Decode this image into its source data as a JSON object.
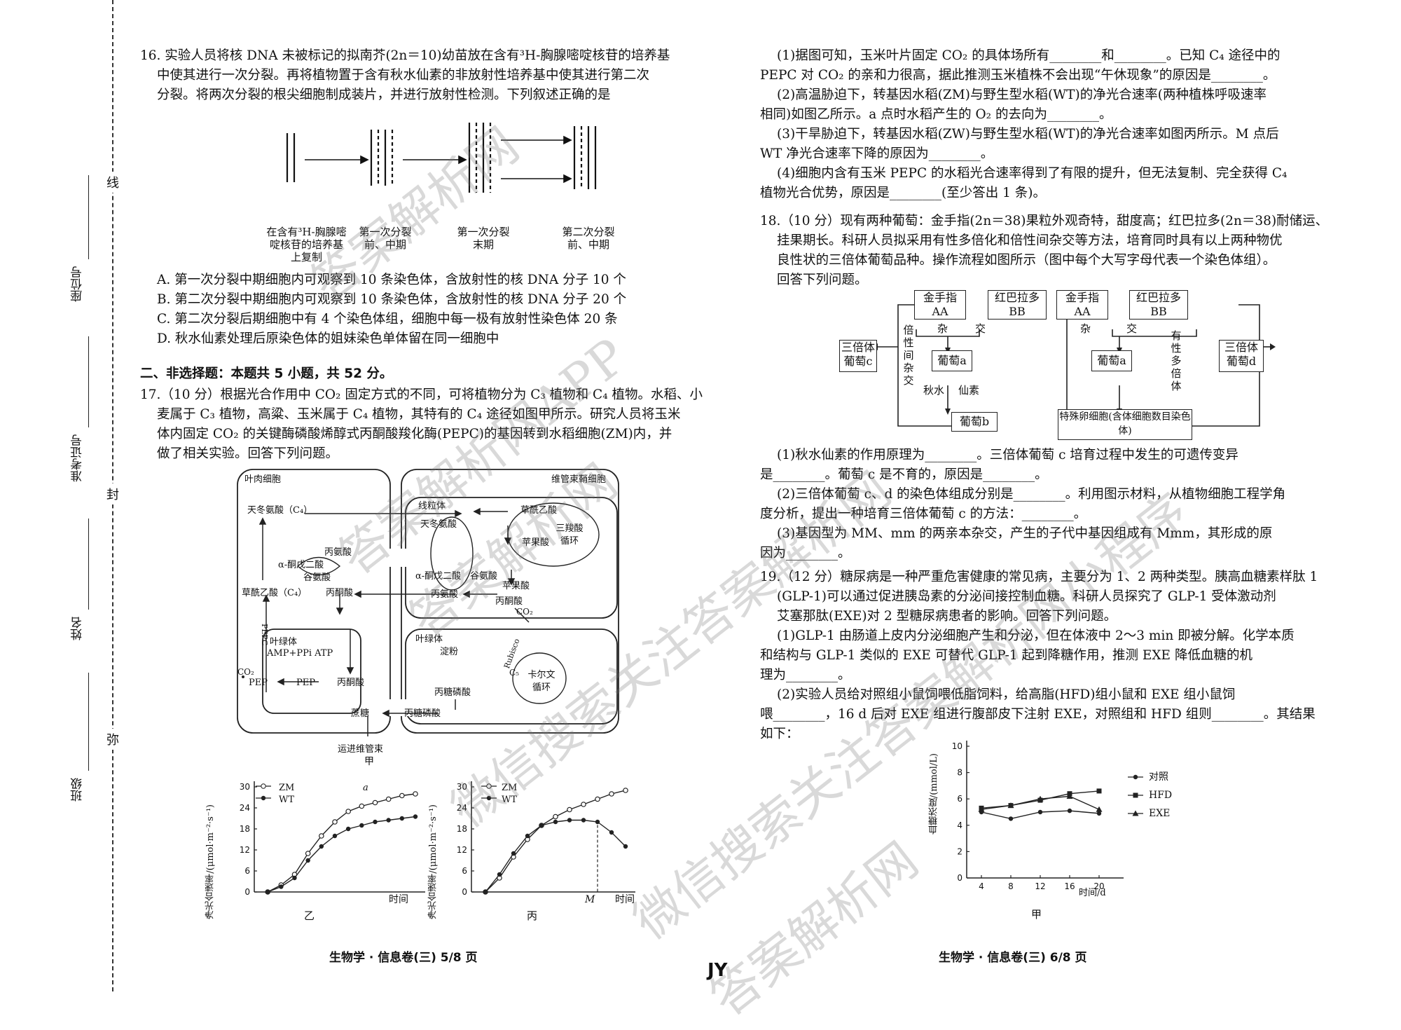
{
  "binding": {
    "seal_words": [
      "线",
      "封",
      "弥"
    ]
  },
  "student_fields": [
    "座位号",
    "准考证号",
    "姓名",
    "班级"
  ],
  "left": {
    "q16": {
      "lines": [
        "16. 实验人员将核 DNA 未被标记的拟南芥(2n＝10)幼苗放在含有³H-胸腺嘧啶核苷的培养基",
        "中使其进行一次分裂。再将植物置于含有秋水仙素的非放射性培养基中使其进行第二次",
        "分裂。将两次分裂的根尖细胞制成装片，并进行放射性检测。下列叙述正确的是"
      ],
      "diagram_labels": [
        "在含有³H-胸腺嘧啶核苷的培养基上复制",
        "第一次分裂前、中期",
        "第一次分裂末期",
        "第二次分裂前、中期"
      ],
      "options": [
        "A. 第一次分裂中期细胞内可观察到 10 条染色体，含放射性的核 DNA 分子 10 个",
        "B. 第二次分裂中期细胞内可观察到 10 条染色体，含放射性的核 DNA 分子 20 个",
        "C. 第二次分裂后期细胞中有 4 个染色体组，细胞中每一极有放射性染色体 20 条",
        "D. 秋水仙素处理后原染色体的姐妹染色单体留在同一细胞中"
      ]
    },
    "section2": "二、非选择题：本题共 5 小题，共 52 分。",
    "q17": {
      "lines": [
        "17.（10 分）根据光合作用中 CO₂ 固定方式的不同，可将植物分为 C₃ 植物和 C₄ 植物。水稻、小",
        "麦属于 C₃ 植物，高粱、玉米属于 C₄ 植物，其特有的 C₄ 途径如图甲所示。研究人员将玉米",
        "体内固定 CO₂ 的关键酶磷酸烯醇式丙酮酸羧化酶(PEPC)的基因转到水稻细胞(ZM)内，并",
        "做了相关实验。回答下列问题。"
      ],
      "fig_jia": {
        "mesophyll": "叶肉细胞",
        "bundle_sheath": "维管束鞘细胞",
        "mito": "线粒体",
        "chloro1": "叶绿体",
        "chloro2": "叶绿体",
        "asp1": "天冬氨酸（C₄）",
        "asp2": "天冬氨酸",
        "oaa1": "草酰乙酸（C₄）",
        "oaa2": "草酰乙酸",
        "akg1": "α-酮戊二酸",
        "akg2": "α-酮戊二酸",
        "glu1": "谷氨酸",
        "glu2": "谷氨酸",
        "ala1": "丙氨酸",
        "ala2": "丙氨酸",
        "pyr1": "丙酮酸",
        "pyr2": "丙酮酸",
        "pyr3": "丙酮酸",
        "malate1": "苹果酸",
        "malate2": "苹果酸",
        "tca": "三羧酸循环",
        "pepc": "PEPC",
        "co2a": "CO₂",
        "co2b": "CO₂",
        "pep1": "PEP",
        "pep2": "PEP",
        "amp": "AMP+PPi ATP",
        "starch": "淀粉",
        "triose1": "丙糖磷酸",
        "triose2": "丙糖磷酸",
        "rubisco": "Rubisco",
        "c5": "C₅",
        "calvin": "卡尔文循环",
        "sucrose": "蔗糖",
        "transport": "运进维管束",
        "caption": "甲"
      }
    }
  },
  "charts_left": {
    "yi": {
      "caption": "乙",
      "legend": [
        "ZM",
        "WT"
      ],
      "ylabel": "净光合速率/(μmol·m⁻²·s⁻¹)",
      "xlabel": "时间",
      "annotation": "a",
      "yticks": [
        "0",
        "6",
        "12",
        "18",
        "24",
        "30"
      ]
    },
    "bing": {
      "caption": "丙",
      "legend": [
        "ZM",
        "WT"
      ],
      "ylabel": "净光合速率/(μmol·m⁻²·s⁻¹)",
      "xlabel": "时间",
      "mark": "M",
      "yticks": [
        "0",
        "6",
        "12",
        "18",
        "24",
        "30"
      ]
    }
  },
  "chart_data": [
    {
      "type": "line",
      "title": "",
      "caption": "乙",
      "xlabel": "时间",
      "ylabel": "净光合速率/(μmol·m⁻²·s⁻¹)",
      "ylim": [
        0,
        30
      ],
      "x": [
        1,
        2,
        3,
        4,
        5,
        6,
        7,
        8,
        9,
        10,
        11,
        12
      ],
      "series": [
        {
          "name": "ZM",
          "values": [
            0,
            2,
            5,
            11,
            16,
            20,
            23,
            24.5,
            25.5,
            26.5,
            27.5,
            28
          ]
        },
        {
          "name": "WT",
          "values": [
            0,
            1.5,
            4,
            9,
            13,
            16,
            18,
            19,
            20,
            20.5,
            21,
            21.5
          ]
        }
      ]
    },
    {
      "type": "line",
      "title": "",
      "caption": "丙",
      "xlabel": "时间",
      "ylabel": "净光合速率/(μmol·m⁻²·s⁻¹)",
      "ylim": [
        0,
        30
      ],
      "x": [
        1,
        2,
        3,
        4,
        5,
        6,
        7,
        8,
        9,
        10,
        11
      ],
      "series": [
        {
          "name": "ZM",
          "values": [
            0,
            4,
            10,
            15,
            19,
            21.5,
            23.5,
            25,
            26.5,
            28,
            29
          ]
        },
        {
          "name": "WT",
          "values": [
            0,
            5,
            11,
            16,
            19,
            20,
            20.5,
            20.5,
            20,
            17,
            13
          ]
        }
      ]
    },
    {
      "type": "line",
      "title": "",
      "caption": "甲",
      "xlabel": "时间/d",
      "ylabel": "血糖浓度/(mmol/L)",
      "ylim": [
        0,
        10
      ],
      "x": [
        4,
        8,
        12,
        16,
        20
      ],
      "series": [
        {
          "name": "对照",
          "values": [
            5.0,
            4.5,
            5.0,
            5.1,
            4.9
          ]
        },
        {
          "name": "HFD",
          "values": [
            5.3,
            5.5,
            5.9,
            6.4,
            6.6
          ]
        },
        {
          "name": "EXE",
          "values": [
            5.2,
            5.5,
            6.0,
            6.2,
            5.2
          ]
        }
      ]
    }
  ],
  "right": {
    "q17_parts": [
      "(1)据图可知，玉米叶片固定 CO₂ 的具体场所有________和________。已知 C₄ 途径中的",
      "PEPC 对 CO₂ 的亲和力很高，据此推测玉米植株不会出现“午休现象”的原因是________。",
      "(2)高温胁迫下，转基因水稻(ZM)与野生型水稻(WT)的净光合速率(两种植株呼吸速率",
      "相同)如图乙所示。a 点时水稻产生的 O₂ 的去向为________。",
      "(3)干旱胁迫下，转基因水稻(ZW)与野生型水稻(WT)的净光合速率如图丙所示。M 点后",
      "WT 净光合速率下降的原因为________。",
      "(4)细胞内含有玉米 PEPC 的水稻光合速率得到了有限的提升，但无法复制、完全获得 C₄",
      "植物光合优势，原因是________(至少答出 1 条)。"
    ],
    "q18": [
      "18.（10 分）现有两种葡萄：金手指(2n＝38)果粒外观奇特，甜度高；红巴拉多(2n＝38)耐储运、",
      "挂果期长。科研人员拟采用有性多倍化和倍性间杂交等方法，培育同时具有以上两种物优",
      "良性状的三倍体葡萄品种。操作流程如图所示（图中每个大写字母代表一个染色体组）。",
      "回答下列问题。"
    ],
    "q18_fig": {
      "jsz": "金手指",
      "hbld": "红巴拉多",
      "aa": "AA",
      "bb": "BB",
      "za": "杂",
      "jiao": "交",
      "grape_a": "葡萄a",
      "grape_b": "葡萄b",
      "qiushui": "秋水",
      "xianshu": "仙素",
      "triploid_c": "三倍体葡萄c",
      "triploid_d": "三倍体葡萄d",
      "beixing": "倍性间杂交",
      "youxing": "有性多倍体",
      "special_egg": "特殊卵细胞(含体细胞数目染色体)"
    },
    "q18_parts": [
      "(1)秋水仙素的作用原理为________。三倍体葡萄 c 培育过程中发生的可遗传变异",
      "是________。葡萄 c 是不育的，原因是________。",
      "(2)三倍体葡萄 c、d 的染色体组成分别是________。利用图示材料，从植物细胞工程学角",
      "度分析，提出一种培育三倍体葡萄 c 的方法：________。",
      "(3)基因型为 MM、mm 的两亲本杂交，产生的子代中基因组成有 Mmm，其形成的原",
      "因为________。"
    ],
    "q19": [
      "19.（12 分）糖尿病是一种严重危害健康的常见病，主要分为 1、2 两种类型。胰高血糖素样肽 1",
      "(GLP-1)可以通过促进胰岛素的分泌间接控制血糖。科研人员探究了 GLP-1 受体激动剂",
      "艾塞那肽(EXE)对 2 型糖尿病患者的影响。回答下列问题。",
      "(1)GLP-1 由肠道上皮内分泌细胞产生和分泌，但在体液中 2～3 min 即被分解。化学本质",
      "和结构与 GLP-1 类似的 EXE 可替代 GLP-1 起到降糖作用，推测 EXE 降低血糖的机",
      "理为________。",
      "(2)实验人员给对照组小鼠饲喂低脂饲料，给高脂(HFD)组小鼠和 EXE 组小鼠饲",
      "喂________，16 d 后对 EXE 组进行腹部皮下注射 EXE，对照组和 HFD 组则________。其结果",
      "如下："
    ],
    "chart_jia": {
      "caption": "甲",
      "ylabel": "血糖浓度/(mmol/L)",
      "xlabel": "时间/d",
      "legend": [
        "对照",
        "HFD",
        "EXE"
      ],
      "yticks": [
        "0",
        "2",
        "4",
        "6",
        "8",
        "10"
      ],
      "xticks": [
        "4",
        "8",
        "12",
        "16",
        "20"
      ]
    }
  },
  "footer": {
    "left": "生物学 · 信息卷(三)   5/8 页",
    "right": "生物学 · 信息卷(三)   6/8 页",
    "mark": "JY"
  },
  "watermarks": [
    "答案解析网",
    "答案解析网APP",
    "答案解析网",
    "微信搜索关注答案解析网",
    "微信搜索关注答案解析网小程序",
    "答案解析网"
  ]
}
